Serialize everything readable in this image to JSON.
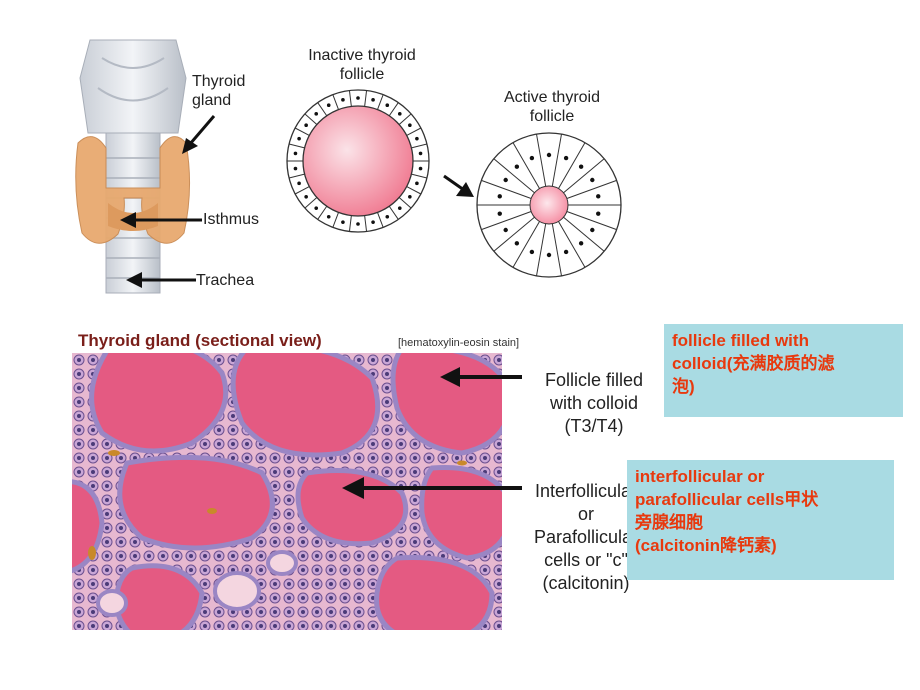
{
  "anatomy": {
    "thyroid_gland_label": [
      "Thyroid",
      "gland"
    ],
    "isthmus_label": "Isthmus",
    "trachea_label": "Trachea"
  },
  "follicles": {
    "inactive_title": [
      "Inactive thyroid",
      "follicle"
    ],
    "active_title": [
      "Active thyroid",
      "follicle"
    ]
  },
  "histology": {
    "title": "Thyroid gland (sectional view)",
    "stain_note": "[hematoxylin-eosin stain]",
    "follicle_caption": [
      "Follicle filled",
      "with colloid",
      "(T3/T4)"
    ],
    "interfollicular_caption": [
      "Interfollicular",
      "or",
      "Parafollicular",
      "cells or \"c\"",
      "(calcitonin)"
    ]
  },
  "notes": {
    "follicle_note": [
      "follicle filled with",
      "colloid(充满胶质的滤",
      "泡)"
    ],
    "cells_note": [
      "interfollicular or",
      "parafollicular cells甲状",
      "旁腺细胞",
      "(calcitonin降钙素)"
    ]
  },
  "colors": {
    "note_bg": "#a9dbe3",
    "note_text": "#e8390e",
    "title_text": "#7a1f1a",
    "gland": "#e8a96f",
    "colloid": "#e45a82"
  }
}
